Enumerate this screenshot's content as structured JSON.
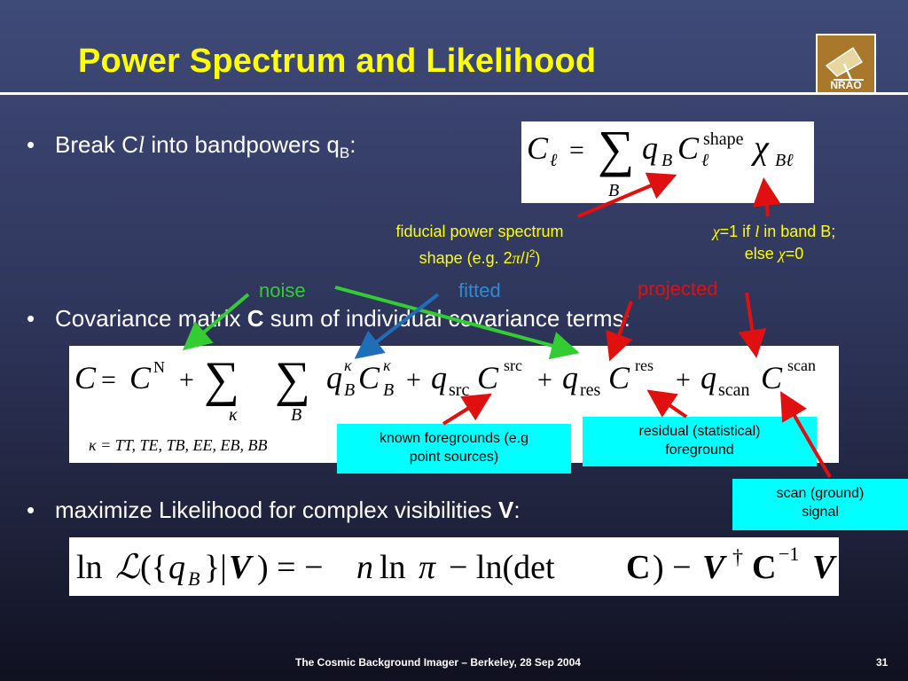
{
  "title": "Power Spectrum and Likelihood",
  "bullets": {
    "b1_text": "Break C",
    "b1_l": "l",
    "b1_mid": " into bandpowers q",
    "b1_sub": "B",
    "b1_end": ":",
    "b2_pre": "Covariance matrix ",
    "b2_bold": "C",
    "b2_post": " sum of individual covariance terms:",
    "b3_pre": "maximize Likelihood for complex visibilities ",
    "b3_bold": "V",
    "b3_end": ":"
  },
  "annotations": {
    "fiducial_1": "fiducial power spectrum",
    "fiducial_2a": "shape (e.g. 2",
    "fiducial_pi": "π",
    "fiducial_2b": "/",
    "fiducial_l": "l",
    "fiducial_sup": "2",
    "fiducial_2c": ")",
    "chi_1a": "χ",
    "chi_1b": "=1 if ",
    "chi_l": "l",
    "chi_1c": " in band B;",
    "chi_2a": "else ",
    "chi_2b": "χ",
    "chi_2c": "=0",
    "noise": "noise",
    "fitted": "fitted",
    "projected": "projected"
  },
  "boxes": {
    "known_fg": [
      "known foregrounds (e.g",
      "point sources)"
    ],
    "residual": [
      "residual (statistical)",
      "foreground"
    ],
    "scan": [
      "scan (ground)",
      "signal"
    ]
  },
  "equations": {
    "kappa_line": "κ = TT, TE, TB, EE, EB, BB"
  },
  "footer": {
    "text": "The Cosmic Background Imager – Berkeley, 28 Sep 2004",
    "page": "31"
  },
  "colors": {
    "title": "#ffff00",
    "noise": "#33cc33",
    "fitted": "#2c8bd6",
    "projected": "#e01010",
    "callout_box": "#00ffff"
  },
  "logo": {
    "text": "NRAO"
  }
}
